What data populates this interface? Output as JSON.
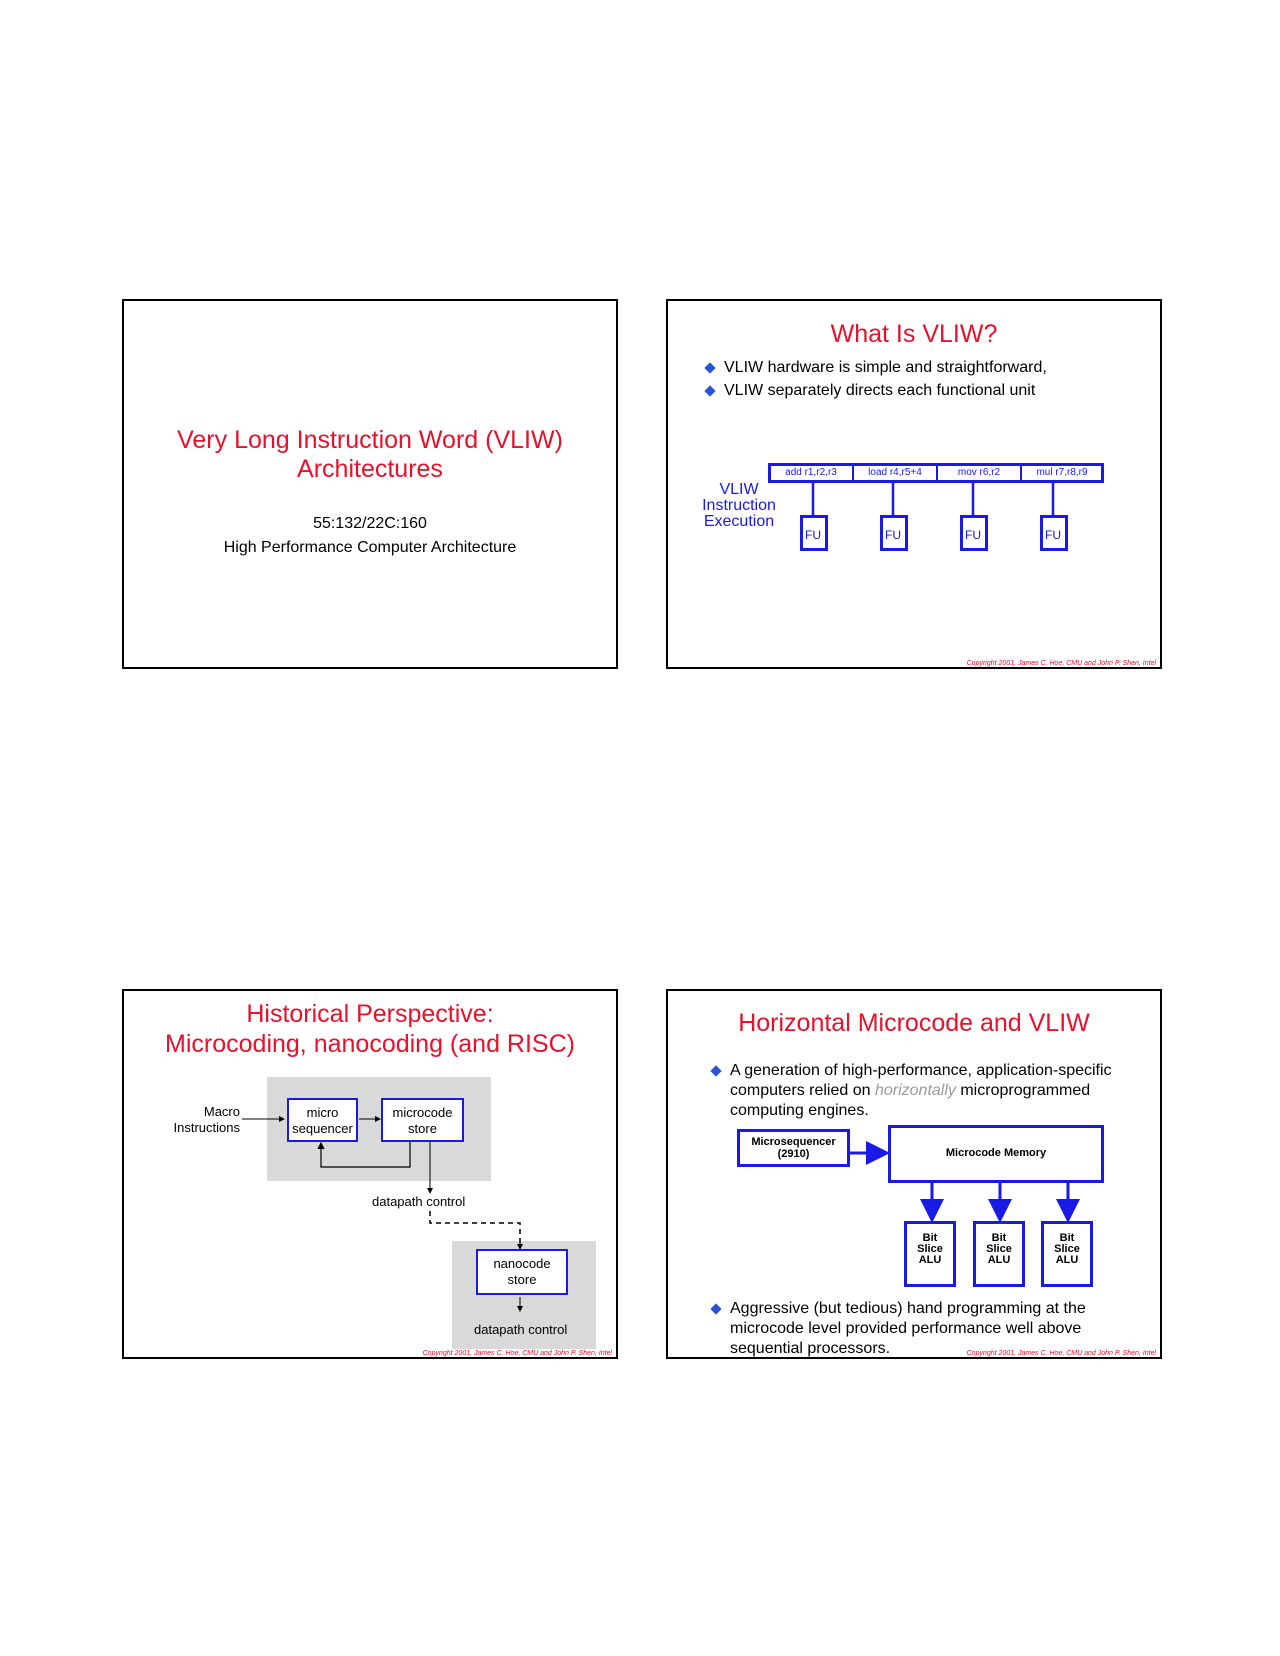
{
  "slides": {
    "s1": {
      "title_line1": "Very Long Instruction Word (VLIW)",
      "title_line2": "Architectures",
      "course": "55:132/22C:160",
      "subtitle": "High Performance Computer Architecture"
    },
    "s2": {
      "title": "What Is VLIW?",
      "bullets": [
        "VLIW hardware is simple and straightforward,",
        "VLIW separately directs each functional unit"
      ],
      "label_line1": "VLIW",
      "label_line2": "Instruction",
      "label_line3": "Execution",
      "slots": [
        "add r1,r2,r3",
        "load r4,r5+4",
        "mov r6,r2",
        "mul r7,r8,r9"
      ],
      "fu": [
        "FU",
        "FU",
        "FU",
        "FU"
      ],
      "copyright": "Copyright 2001, James C. Hoe, CMU and John P. Shen, Intel"
    },
    "s3": {
      "title_line1": "Historical Perspective:",
      "title_line2": "Microcoding, nanocoding (and RISC)",
      "macro_line1": "Macro",
      "macro_line2": "Instructions",
      "micro_line1": "micro",
      "micro_line2": "sequencer",
      "mstore_line1": "microcode",
      "mstore_line2": "store",
      "datapath1": "datapath control",
      "nano_line1": "nanocode",
      "nano_line2": "store",
      "datapath2": "datapath control",
      "copyright": "Copyright 2001, James C. Hoe, CMU and John P. Shen, Intel"
    },
    "s4": {
      "title": "Horizontal Microcode and VLIW",
      "b1_pre": "A generation of high-performance, application-specific computers relied on ",
      "b1_italic": "horizontally",
      "b1_post": " microprogrammed computing engines.",
      "seq_line1": "Microsequencer",
      "seq_line2": "(2910)",
      "memory": "Microcode Memory",
      "alu_line1": "Bit",
      "alu_line2": "Slice",
      "alu_line3": "ALU",
      "b2": "Aggressive (but tedious) hand programming at the microcode level provided performance well above sequential processors.",
      "copyright": "Copyright 2001, James C. Hoe, CMU and John P. Shen, Intel"
    }
  },
  "colors": {
    "title": "#e8102a",
    "diagram_blue": "#1a1ae6",
    "bullet": "#2a52d6",
    "panel_gray": "#d9d9d9"
  }
}
